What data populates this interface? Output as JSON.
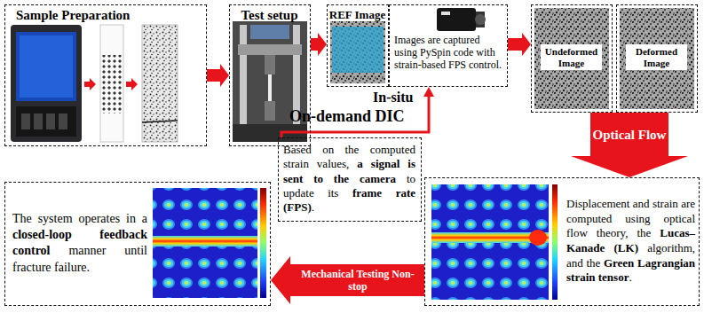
{
  "diagram": {
    "nodes": [
      {
        "text": [
          "Sample Preparation"
        ]
      },
      {
        "text": [
          "Test setup"
        ]
      },
      {
        "text": [
          "REF Image"
        ]
      },
      {
        "text": [
          "Images are captured using PySpin code with strain-based FPS control."
        ]
      },
      {
        "text": [
          "Undeformed Image"
        ]
      },
      {
        "text": [
          "Deformed Image"
        ]
      },
      {
        "text": [
          "The system operates in a closed-loop feedback control manner until fracture failure."
        ]
      },
      {
        "text": [
          "Based on the computed strain values, a signal is sent to the camera to update its frame rate (FPS)."
        ]
      },
      {
        "text": [
          "Displacement and strain are computed using optical flow theory, the Lucas–Kanade (LK) algorithm, and the Green Lagrangian strain tensor."
        ]
      }
    ],
    "edges": [
      {
        "from": 0,
        "to": 1,
        "arrow": "to"
      },
      {
        "from": 1,
        "to": 2,
        "arrow": "to"
      },
      {
        "from": 3,
        "to": 4,
        "arrow": "to"
      },
      {
        "from": 5,
        "to": 8,
        "arrow": "to",
        "label": "Optical Flow"
      },
      {
        "from": 7,
        "to": 3,
        "arrow": "to"
      },
      {
        "from": 8,
        "to": 6,
        "arrow": "to",
        "label": "Mechanical Testing Non-stop"
      }
    ],
    "labels": [
      "In-situ",
      "On-demand DIC"
    ]
  }
}
